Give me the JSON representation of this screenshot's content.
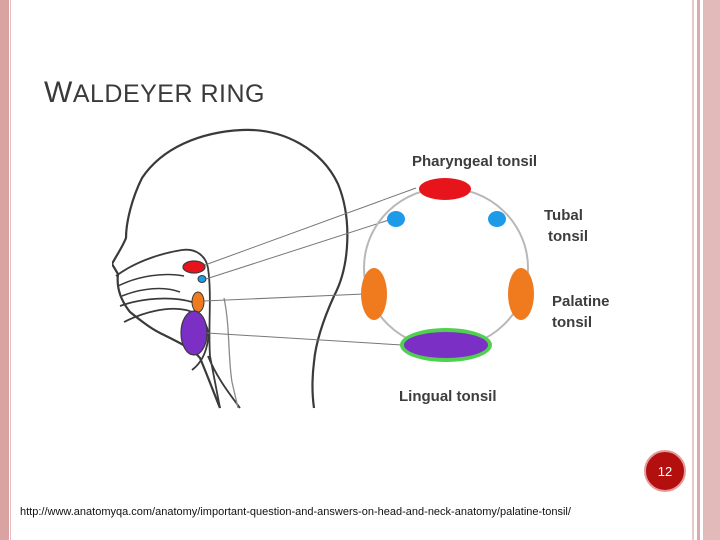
{
  "slide": {
    "title_initial": "W",
    "title_rest": "ALDEYER RING",
    "page_number": "12",
    "source_url": "http://www.anatomyqa.com/anatomy/important-question-and-answers-on-head-and-neck-anatomy/palatine-tonsil/"
  },
  "diagram": {
    "labels": {
      "pharyngeal": "Pharyngeal tonsil",
      "tubal_line1": "Tubal",
      "tubal_line2": "tonsil",
      "palatine_line1": "Palatine",
      "palatine_line2": "tonsil",
      "lingual": "Lingual tonsil"
    },
    "colors": {
      "pharyngeal": "#e8141c",
      "tubal": "#1e9be8",
      "palatine": "#f07a1e",
      "lingual": "#7b2fc4",
      "lingual_rim": "#4fd14f",
      "outline": "#3a3a3a"
    }
  }
}
